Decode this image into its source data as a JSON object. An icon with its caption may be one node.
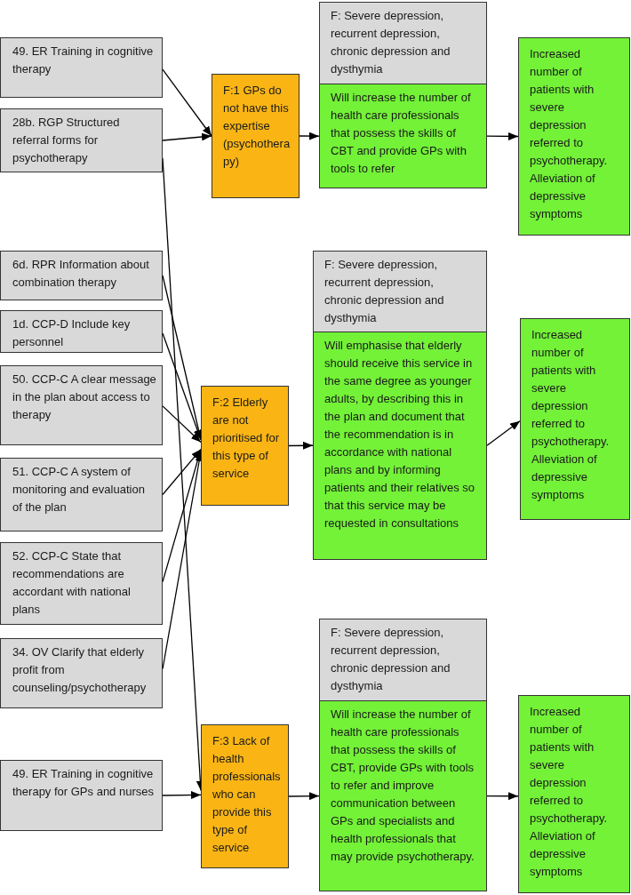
{
  "diagram": {
    "nodes": [
      {
        "text": [
          "49. ER Training in cognitive therapy"
        ]
      },
      {
        "text": [
          "28b. RGP Structured referral forms for psychotherapy"
        ]
      },
      {
        "text": [
          "6d. RPR Information about combination therapy"
        ]
      },
      {
        "text": [
          "1d. CCP-D Include key personnel"
        ]
      },
      {
        "text": [
          "50. CCP-C A clear message in the plan about access to therapy"
        ]
      },
      {
        "text": [
          "51. CCP-C A system of monitoring and evaluation of the plan"
        ]
      },
      {
        "text": [
          "52. CCP-C State that recommendations are accordant with national plans"
        ]
      },
      {
        "text": [
          "34. OV Clarify that elderly profit from counseling/psychotherapy"
        ]
      },
      {
        "text": [
          "49. ER Training in cognitive therapy for GPs and nurses"
        ]
      },
      {
        "text": [
          "F:1 GPs do not have this expertise (psychotherapy)"
        ]
      },
      {
        "text": [
          "F:2 Elderly are not prioritised for this type of service"
        ]
      },
      {
        "text": [
          "F:3 Lack of health professionals who can provide this type of service"
        ]
      },
      {
        "text": [
          "F: Severe depression, recurrent depression, chronic depression and dysthymia",
          "Will increase the number of health care professionals that possess the skills of CBT and provide GPs with tools to refer"
        ]
      },
      {
        "text": [
          "Increased number of patients with severe depression referred to psychotherapy. Alleviation of depressive symptoms"
        ]
      },
      {
        "text": [
          "F: Severe depression, recurrent depression, chronic depression and dysthymia",
          "Will emphasise that elderly should receive this service in the same degree as younger adults, by describing this in the plan and document that the recommendation is in accordance with national plans and by informing patients and their relatives so that this service may be requested in  consultations"
        ]
      },
      {
        "text": [
          "Increased number of patients with severe depression referred to psychotherapy. Alleviation of depressive symptoms"
        ]
      },
      {
        "text": [
          "F: Severe depression, recurrent depression, chronic depression and dysthymia",
          "Will increase the number of health care professionals that possess the skills of CBT, provide GPs with tools to refer and improve communication between GPs and specialists and health professionals that may provide psychotherapy."
        ]
      },
      {
        "text": [
          "Increased number of patients with severe depression referred to psychotherapy. Alleviation of depressive symptoms"
        ]
      }
    ],
    "edges": [
      {
        "from": 0,
        "to": 9,
        "arrow": "to"
      },
      {
        "from": 1,
        "to": 9,
        "arrow": "to"
      },
      {
        "from": 1,
        "to": 11,
        "arrow": "to"
      },
      {
        "from": 2,
        "to": 10,
        "arrow": "to"
      },
      {
        "from": 3,
        "to": 10,
        "arrow": "to"
      },
      {
        "from": 4,
        "to": 10,
        "arrow": "to"
      },
      {
        "from": 5,
        "to": 10,
        "arrow": "to"
      },
      {
        "from": 6,
        "to": 10,
        "arrow": "to"
      },
      {
        "from": 7,
        "to": 10,
        "arrow": "to"
      },
      {
        "from": 8,
        "to": 11,
        "arrow": "to"
      },
      {
        "from": 9,
        "to": 12,
        "arrow": "to"
      },
      {
        "from": 10,
        "to": 14,
        "arrow": "to"
      },
      {
        "from": 11,
        "to": 16,
        "arrow": "to"
      },
      {
        "from": 12,
        "to": 13,
        "arrow": "to"
      },
      {
        "from": 14,
        "to": 15,
        "arrow": "to"
      },
      {
        "from": 16,
        "to": 17,
        "arrow": "to"
      }
    ]
  }
}
